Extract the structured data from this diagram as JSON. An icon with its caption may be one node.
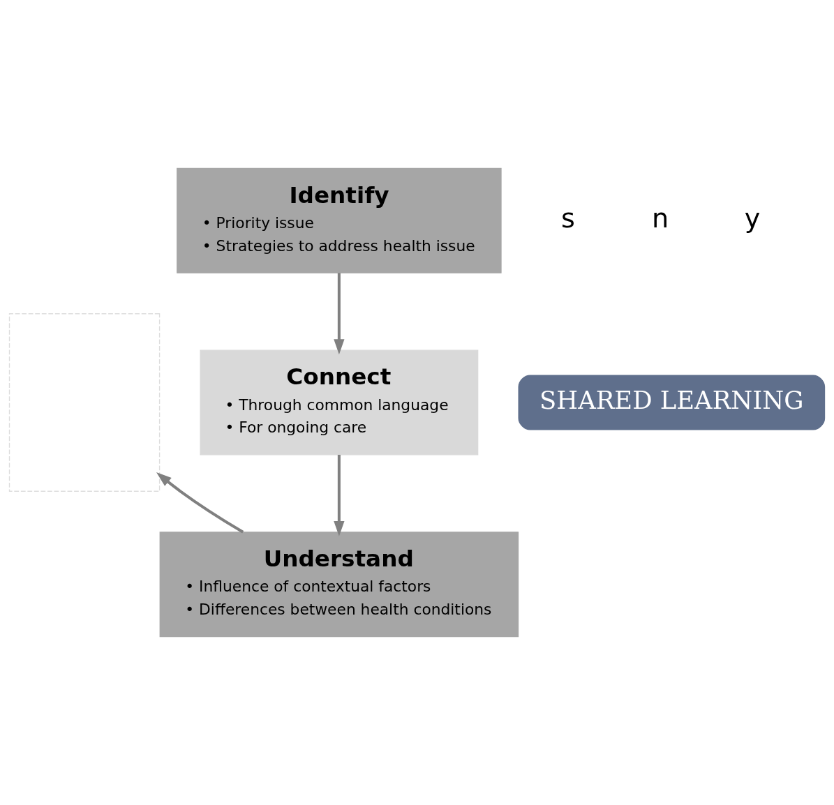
{
  "diagram": {
    "nodes": [
      {
        "text": [
          "Identify",
          "• Priority issue",
          "• Strategies to address health issue"
        ]
      },
      {
        "text": [
          "SHARED LEARNING"
        ]
      },
      {
        "text": [
          "Connect",
          "• Through common language",
          "• For ongoing care"
        ]
      },
      {
        "text": [
          "Understand",
          "• Influence of contextual factors",
          "• Differences between health conditions"
        ]
      },
      {
        "text": [],
        "shape": "box"
      }
    ],
    "edges": [
      {
        "from": 0,
        "to": 2,
        "arrow": "to"
      },
      {
        "from": 2,
        "to": 3,
        "arrow": "to"
      },
      {
        "from": 3,
        "to": 4,
        "arrow": "to"
      }
    ],
    "labels": [
      "s",
      "n",
      "y"
    ]
  }
}
